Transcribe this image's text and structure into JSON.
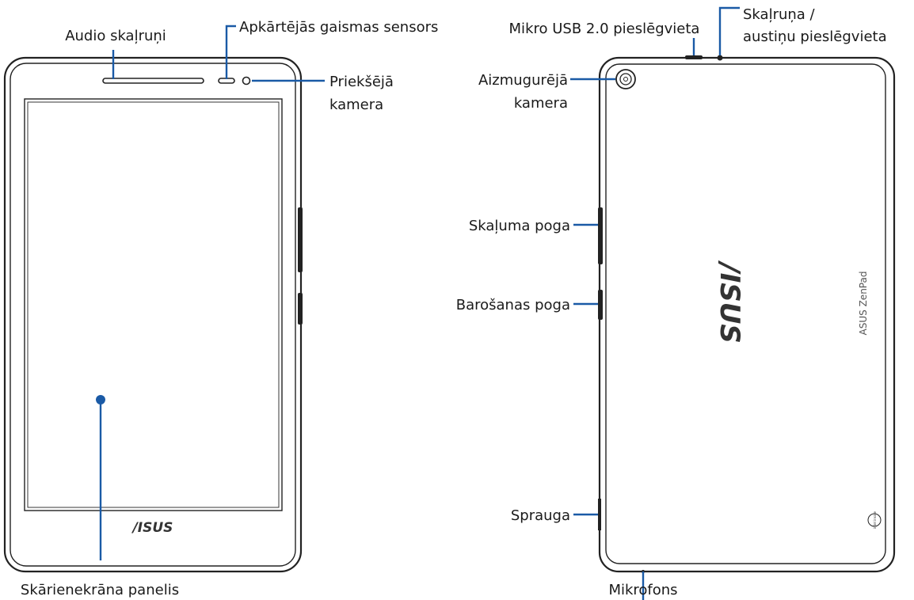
{
  "labels": {
    "audio_speakers": "Audio skaļruņi",
    "light_sensor": "Apkārtējās gaismas sensors",
    "front_camera_l1": "Priekšējā",
    "front_camera_l2": "kamera",
    "touchscreen": "Skārienekrāna panelis",
    "usb_port": "Mikro USB 2.0 pieslēgvieta",
    "speaker_jack_l1": "Skaļruņa /",
    "speaker_jack_l2": "austiņu pieslēgvieta",
    "rear_camera_l1": "Aizmugurējā",
    "rear_camera_l2": "kamera",
    "volume_button": "Skaļuma poga",
    "power_button": "Barošanas poga",
    "slot": "Sprauga",
    "microphone": "Mikrofons"
  },
  "device": {
    "front_logo": "/ISUS",
    "back_logo": "/ISUS",
    "back_brand": "ASUS ZenPad",
    "intel_badge": "intel inside"
  },
  "colors": {
    "leader": "#1a5aa6",
    "outline": "#222222"
  }
}
